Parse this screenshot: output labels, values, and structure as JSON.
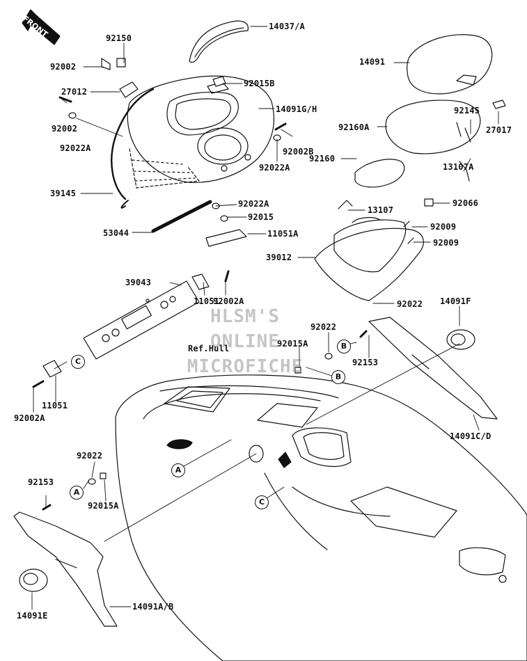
{
  "front_arrow": "FRONT",
  "ref_label": "Ref.Hull",
  "watermark": [
    "HLSM'S",
    "ONLINE",
    "MICROFICHE"
  ],
  "parts": {
    "p14037A": "14037/A",
    "p92150": "92150",
    "p92002a": "92002",
    "p27012": "27012",
    "p92015B": "92015B",
    "p14091GH": "14091G/H",
    "p92002b": "92002",
    "p92022A_a": "92022A",
    "p92002B": "92002B",
    "p92022A_b": "92022A",
    "p39145": "39145",
    "p92022A_c": "92022A",
    "p92015": "92015",
    "p53044": "53044",
    "p11051A": "11051A",
    "p14091": "14091",
    "p92145": "92145",
    "p27017": "27017",
    "p92160A": "92160A",
    "p92160": "92160",
    "p13107A": "13107A",
    "p13107": "13107",
    "p92066": "92066",
    "p92009a": "92009",
    "p92009b": "92009",
    "p39012": "39012",
    "p92022a": "92022",
    "p39043": "39043",
    "p92002A_a": "92002A",
    "p11051a": "11051",
    "p92022b": "92022",
    "p92015A_a": "92015A",
    "p92153a": "92153",
    "p14091F": "14091F",
    "p14091CD": "14091C/D",
    "p11051b": "11051",
    "p92002A_b": "92002A",
    "p92022c": "92022",
    "p92153b": "92153",
    "p92015A_b": "92015A",
    "p14091E": "14091E",
    "p14091AB": "14091A/B"
  },
  "callouts": {
    "A": "A",
    "B": "B",
    "C": "C"
  }
}
